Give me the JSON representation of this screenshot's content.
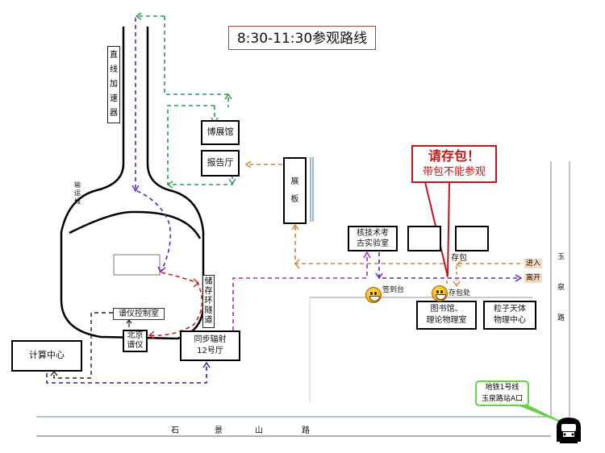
{
  "title": "8:30-11:30参观路线",
  "callout": {
    "line1": "请存包！",
    "line2": "带包不能参观",
    "color": "#c01818"
  },
  "linac_label": [
    "直",
    "线",
    "加",
    "速",
    "器"
  ],
  "transport_line_label": [
    "输",
    "运",
    "线"
  ],
  "storage_ring_tunnel_label": [
    "储",
    "存",
    "环",
    "隧",
    "道"
  ],
  "buildings": {
    "museum": "博展馆",
    "lecture_hall": "报告厅",
    "exhibit_board": [
      "展",
      "板"
    ],
    "nuclear_archaeology_lab": [
      "核技术考",
      "古实验室"
    ],
    "spectrometer_control": "谱仪控制室",
    "beijing_spectrometer": [
      "北京",
      "谱仪"
    ],
    "computing_center": "计算中心",
    "sync_radiation_hall": [
      "同步辐射",
      "12号厅"
    ],
    "library": [
      "图书馆、",
      "理论物理室"
    ],
    "particle_astro_center": [
      "粒子天体",
      "物理中心"
    ]
  },
  "markers": {
    "store_bag": "存包",
    "check_in": "签到台",
    "bag_storage": "存包处",
    "enter": "进入",
    "leave": "离开"
  },
  "roads": {
    "yuquan_road": [
      "玉",
      "泉",
      "路"
    ],
    "shijingshan_road": [
      "石",
      "景",
      "山",
      "路"
    ]
  },
  "metro": {
    "line1": "地铁1号线",
    "line2": "玉泉路站A口",
    "icon": "subway-icon"
  },
  "route_colors": {
    "green": "#2a9a50",
    "purple": "#5a22c8",
    "red": "#c82020",
    "orange": "#d88030",
    "magenta": "#b020c8",
    "navy": "#1a2a9a",
    "black": "#222222"
  }
}
